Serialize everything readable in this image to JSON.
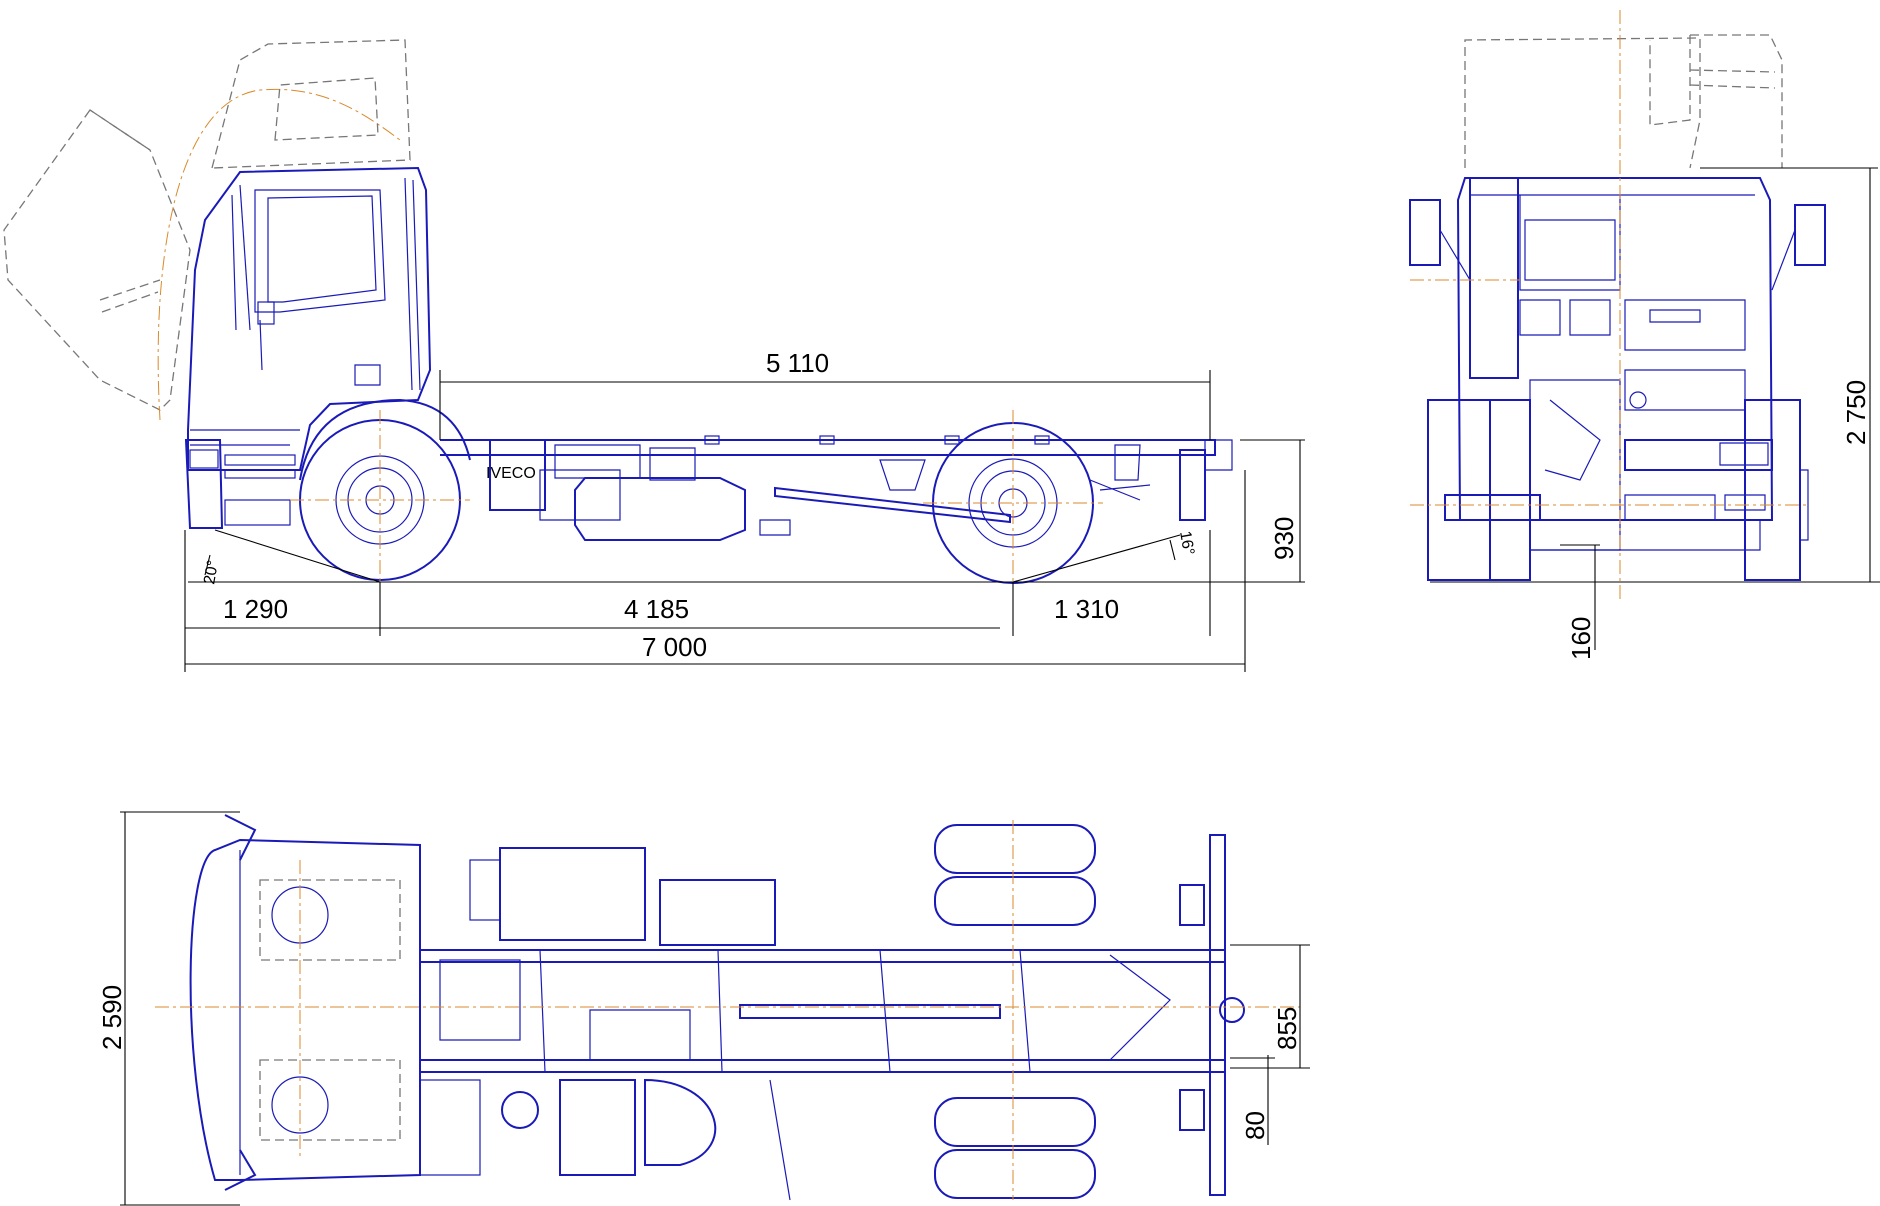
{
  "colors": {
    "outline": "#1a1ab8",
    "centerline": "#d98a2b",
    "ghost": "#777777",
    "dimension": "#000000"
  },
  "side_view": {
    "dims": {
      "frame_length": "5 110",
      "front_overhang": "1 290",
      "wheelbase": "4 185",
      "rear_overhang": "1 310",
      "overall_length": "7 000",
      "frame_height": "930",
      "approach_angle": "20°",
      "departure_angle": "16°"
    },
    "grille_badge": "IVECO"
  },
  "front_view": {
    "dims": {
      "overall_height": "2 750",
      "ground_clearance": "160"
    }
  },
  "top_view": {
    "dims": {
      "overall_width": "2 590",
      "frame_width": "855",
      "frame_offset": "80"
    }
  }
}
